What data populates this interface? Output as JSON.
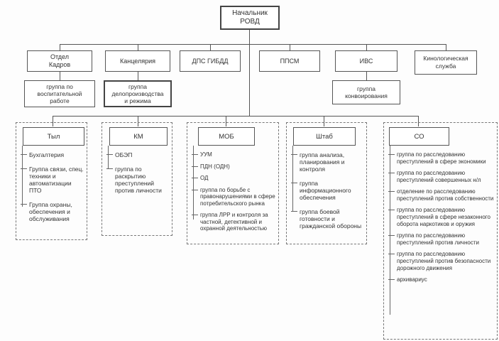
{
  "org": {
    "root": {
      "label": "Начальник\nРОВД"
    },
    "level2": [
      {
        "label": "Отдел\nКадров",
        "child": "группа по\nвоспитательной\nработе"
      },
      {
        "label": "Канцелярия",
        "child": "группа\nделопроизводства\nи режима"
      },
      {
        "label": "ДПС ГИБДД"
      },
      {
        "label": "ППСМ"
      },
      {
        "label": "ИВС",
        "child": "группа\nконвоирования"
      },
      {
        "label": "Кинологическая\nслужба"
      }
    ],
    "level3": [
      {
        "title": "Тыл",
        "items": [
          "Бухгалтерия",
          "Группа связи, спец. техники и автоматизации ПТО",
          "Группа охраны, обеспечения и обслуживания"
        ]
      },
      {
        "title": "КМ",
        "items": [
          "ОБЭП",
          "группа по раскрытию преступлений против личности"
        ]
      },
      {
        "title": "МОБ",
        "items": [
          "УУМ",
          "ПДН (ОДН)",
          "ОД",
          "группа по борьбе с правонарушениями в сфере потребительского рынка",
          "группа ЛРР и контроля за частной, детективной и охранной деятельностью"
        ]
      },
      {
        "title": "Штаб",
        "items": [
          "группа анализа, планирования и контроля",
          "группа информационного обеспечения",
          "группа боевой готовности и гражданской обороны"
        ]
      },
      {
        "title": "СО",
        "items": [
          "группа по расследованию преступлений в сфере экономики",
          "группа по расследованию преступлений совершенных н/л",
          "отделение по расследованию преступлений против собственности",
          "группа по расследованию преступлений в сфере незаконного оборота наркотиков и оружия",
          "группа по расследованию преступлений против личности",
          "группа по расследованию преступлений против безопасности дорожного движения",
          "архивариус"
        ]
      }
    ]
  }
}
